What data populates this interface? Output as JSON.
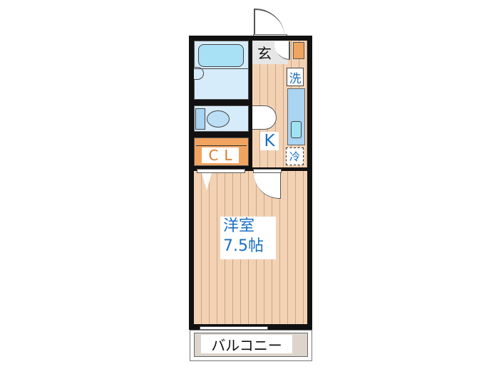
{
  "floorplan": {
    "rooms": {
      "entrance": {
        "label": "玄"
      },
      "washer": {
        "label": "洗"
      },
      "kitchen": {
        "label": "K"
      },
      "fridge": {
        "label": "冷"
      },
      "closet": {
        "label": "CL"
      },
      "western_room": {
        "label_line1": "洋室",
        "label_line2": "7.5帖"
      },
      "balcony": {
        "label": "バルコニー"
      }
    },
    "colors": {
      "floor": "#f3d2b4",
      "wet_area": "#d6ecfb",
      "fixture": "#9fd8f2",
      "closet": "#f0a460",
      "wall": "#111111",
      "label_blue": "#1a6fc0",
      "balcony": "#ddd5cc"
    }
  }
}
